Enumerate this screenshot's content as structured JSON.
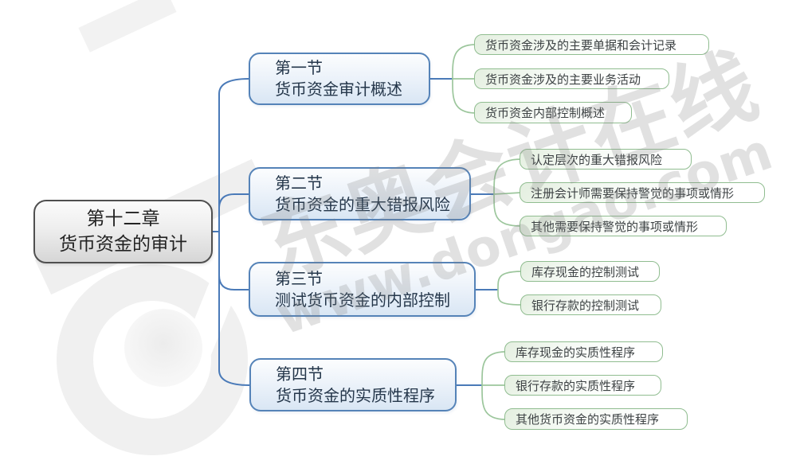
{
  "root": {
    "line1": "第十二章",
    "line2": "货币资金的审计"
  },
  "branches": [
    {
      "line1": "第一节",
      "line2": "货币资金审计概述",
      "leaves": [
        "货币资金涉及的主要单据和会计记录",
        "货币资金涉及的主要业务活动",
        "货币资金内部控制概述"
      ]
    },
    {
      "line1": "第二节",
      "line2": "货币资金的重大错报风险",
      "leaves": [
        "认定层次的重大错报风险",
        "注册会计师需要保持警觉的事项或情形",
        "其他需要保持警觉的事项或情形"
      ]
    },
    {
      "line1": "第三节",
      "line2": "测试货币资金的内部控制",
      "leaves": [
        "库存现金的控制测试",
        "银行存款的控制测试"
      ]
    },
    {
      "line1": "第四节",
      "line2": "货币资金的实质性程序",
      "leaves": [
        "库存现金的实质性程序",
        "银行存款的实质性程序",
        "其他货币资金的实质性程序"
      ]
    }
  ],
  "watermark": {
    "brand_text": "东奥会计在线",
    "url_text": "www.dongao.com"
  },
  "colors": {
    "branch_blue": "#4a7ab8",
    "leaf_green": "#90bd90",
    "root_gray": "#4f4f4f",
    "watermark_gray": "#e2e2e2"
  }
}
